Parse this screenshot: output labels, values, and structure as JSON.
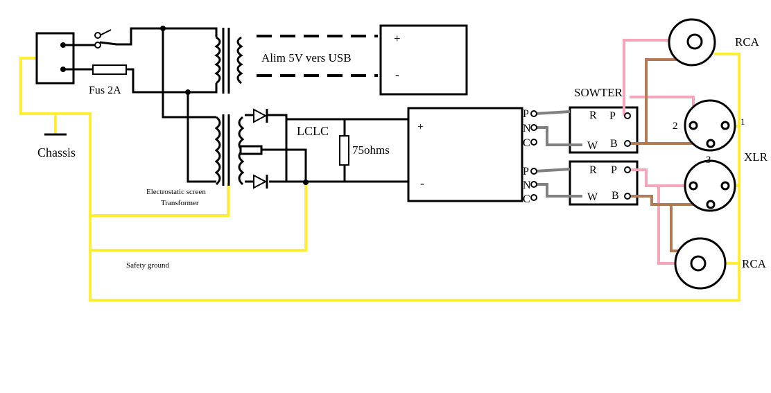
{
  "labels": {
    "chassis": "Chassis",
    "fuse": "Fus 2A",
    "alim": "Alim 5V vers USB",
    "psu_plus": "+",
    "psu_minus": "-",
    "lclc": "LCLC",
    "resistor": "75ohms",
    "reg_plus": "+",
    "reg_minus": "-",
    "transformer_line1": "Electrostatic screen",
    "transformer_line2": "Transformer",
    "safety_ground": "Safety ground",
    "sowter": "SOWTER",
    "rca_top": "RCA",
    "rca_bottom": "RCA",
    "xlr": "XLR",
    "xlr_pin1": "1",
    "xlr_pin2": "2",
    "xlr_pin3": "3",
    "out1_p": "P",
    "out1_n": "N",
    "out1_c": "C",
    "out2_p": "P",
    "out2_n": "N",
    "out2_c": "C",
    "sow1_r": "R",
    "sow1_w": "W",
    "sow1_p": "P",
    "sow1_b": "B",
    "sow2_r": "R",
    "sow2_w": "W",
    "sow2_p": "P",
    "sow2_b": "B"
  },
  "colors": {
    "wire": "#000000",
    "ground": "#ffee33",
    "signal_grey": "#808080",
    "pink": "#f4a7b9",
    "brown": "#b07a55"
  }
}
